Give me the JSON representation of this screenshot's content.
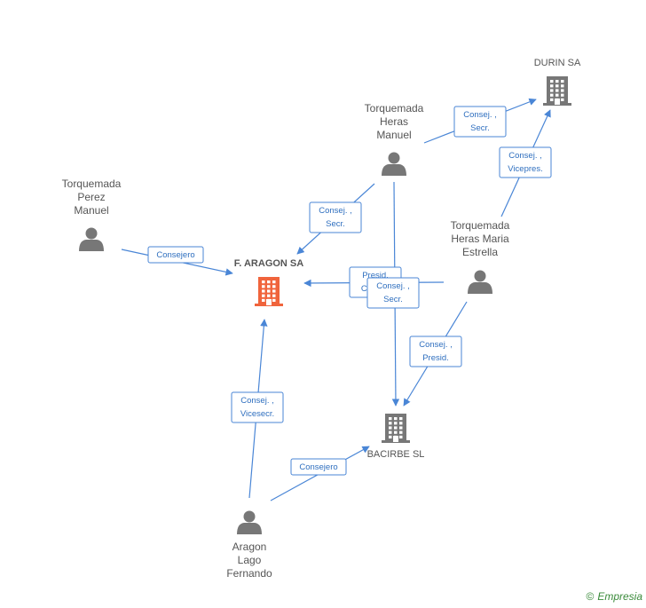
{
  "nodes": [
    {
      "id": "aragon_sa",
      "kind": "company",
      "focus": true,
      "lines": [
        "F. ARAGON SA"
      ]
    },
    {
      "id": "durin",
      "kind": "company",
      "lines": [
        "DURIN SA"
      ]
    },
    {
      "id": "bacirbe",
      "kind": "company",
      "lines": [
        "BACIRBE SL"
      ]
    },
    {
      "id": "tqm",
      "kind": "person",
      "lines": [
        "Torquemada",
        "Heras",
        "Manuel"
      ]
    },
    {
      "id": "tpm",
      "kind": "person",
      "lines": [
        "Torquemada",
        "Perez",
        "Manuel"
      ]
    },
    {
      "id": "thme",
      "kind": "person",
      "lines": [
        "Torquemada",
        "Heras Maria",
        "Estrella"
      ]
    },
    {
      "id": "alf",
      "kind": "person",
      "lines": [
        "Aragon",
        "Lago",
        "Fernando"
      ]
    }
  ],
  "edges": [
    {
      "id": "tqm_durin",
      "from": "tqm",
      "to": "durin",
      "lines": [
        "Consej. ,",
        "Secr."
      ]
    },
    {
      "id": "thme_durin",
      "from": "thme",
      "to": "durin",
      "lines": [
        "Consej. ,",
        "Vicepres."
      ]
    },
    {
      "id": "tqm_aragon",
      "from": "tqm",
      "to": "aragon_sa",
      "lines": [
        "Consej. ,",
        "Secr."
      ]
    },
    {
      "id": "tpm_aragon",
      "from": "tpm",
      "to": "aragon_sa",
      "lines": [
        "Consejero"
      ]
    },
    {
      "id": "thme_aragon",
      "from": "thme",
      "to": "aragon_sa",
      "lines": [
        "Presid.",
        "Consej."
      ]
    },
    {
      "id": "tqm_bacirbe",
      "from": "tqm",
      "to": "bacirbe",
      "lines": [
        "Consej. ,",
        "Secr."
      ]
    },
    {
      "id": "thme_bacirbe",
      "from": "thme",
      "to": "bacirbe",
      "lines": [
        "Consej. ,",
        "Presid."
      ]
    },
    {
      "id": "alf_aragon",
      "from": "alf",
      "to": "aragon_sa",
      "lines": [
        "Consej. ,",
        "Vicesecr."
      ]
    },
    {
      "id": "alf_bacirbe",
      "from": "alf",
      "to": "bacirbe",
      "lines": [
        "Consejero"
      ]
    }
  ],
  "colors": {
    "focus_company": "#f0643c",
    "company": "#777777",
    "person": "#777777",
    "edge": "#4a86d6"
  },
  "footer": {
    "copyright": "©",
    "brand": "Empresia"
  }
}
